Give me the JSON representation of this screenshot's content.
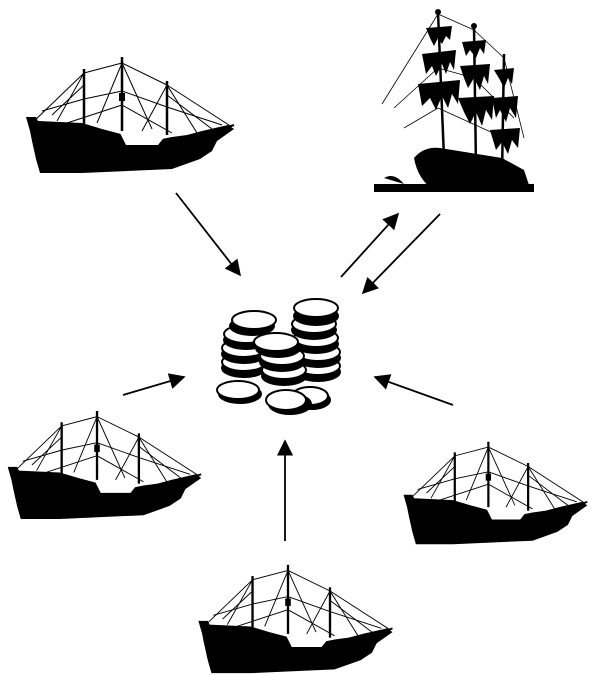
{
  "diagram": {
    "nodes": [
      {
        "id": "ship-top-left",
        "icon": "sailing-ship-icon"
      },
      {
        "id": "shipwreck",
        "icon": "shipwreck-icon"
      },
      {
        "id": "ship-left",
        "icon": "sailing-ship-icon"
      },
      {
        "id": "ship-right",
        "icon": "sailing-ship-icon"
      },
      {
        "id": "ship-bottom",
        "icon": "sailing-ship-icon"
      },
      {
        "id": "treasure",
        "icon": "coin-pile-icon"
      }
    ],
    "edges": [
      {
        "from": "ship-top-left",
        "to": "treasure"
      },
      {
        "from": "shipwreck",
        "to": "treasure"
      },
      {
        "from": "treasure",
        "to": "shipwreck"
      },
      {
        "from": "ship-left",
        "to": "treasure"
      },
      {
        "from": "ship-right",
        "to": "treasure"
      },
      {
        "from": "ship-bottom",
        "to": "treasure"
      }
    ],
    "colors": {
      "ink": "#000000",
      "background": "#ffffff",
      "coin_face": "#ffffff"
    }
  }
}
